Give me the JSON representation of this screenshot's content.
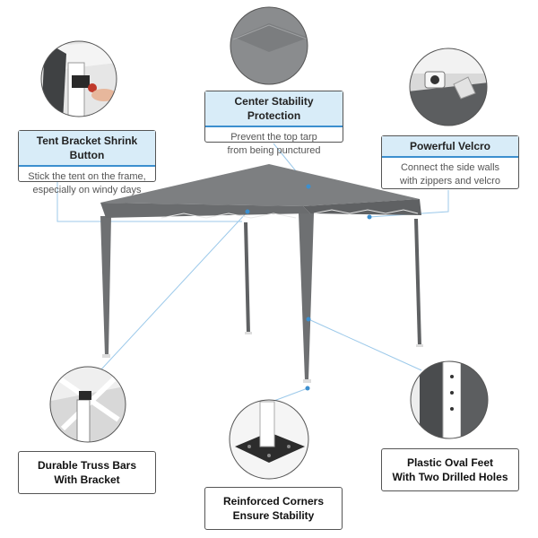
{
  "colors": {
    "accent_blue": "#3c8fcf",
    "title_highlight": "#d8ecf8",
    "tent_gray": "#77797b",
    "frame_gray": "#5f6163"
  },
  "callouts": {
    "shrink_button": {
      "title": "Tent Bracket Shrink Button",
      "desc_line1": "Stick the tent on the frame,",
      "desc_line2": "especially on windy days"
    },
    "center_stability": {
      "title": "Center Stability Protection",
      "desc_line1": "Prevent the top tarp",
      "desc_line2": "from being punctured"
    },
    "velcro": {
      "title": "Powerful Velcro",
      "desc_line1": "Connect the side walls",
      "desc_line2": "with zippers and velcro"
    },
    "truss_bars": {
      "line1": "Durable Truss Bars",
      "line2": "With Bracket"
    },
    "corners": {
      "line1": "Reinforced Corners",
      "line2": "Ensure Stability"
    },
    "feet": {
      "line1": "Plastic Oval Feet",
      "line2": "With Two Drilled Holes"
    }
  },
  "insets": {
    "shrink_button": "tent-bracket-closeup",
    "center_stability": "canopy-peak-closeup",
    "velcro": "velcro-strap-closeup",
    "truss_bars": "truss-bracket-closeup",
    "corners": "corner-foot-plate-closeup",
    "feet": "leg-drilled-holes-closeup"
  }
}
